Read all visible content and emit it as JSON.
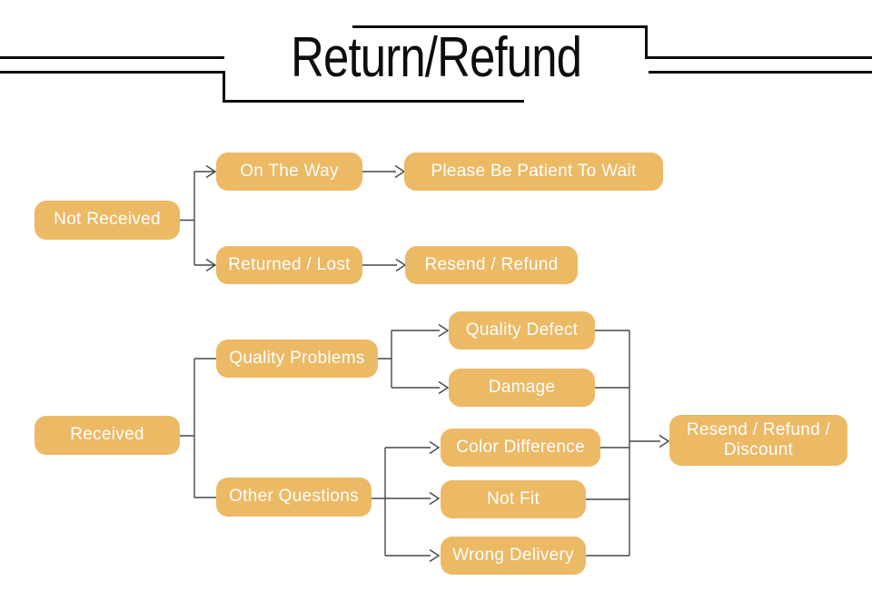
{
  "title": {
    "text": "Return/Refund"
  },
  "palette": {
    "node_fill": "#ECB965",
    "node_text": "#FFFFFF",
    "connector": "#474747",
    "title_text": "#0D0D0D",
    "title_rules": "#0B0B0B",
    "background": "#FFFFFF"
  },
  "nodes": {
    "not_received": {
      "label": "Not Received"
    },
    "on_the_way": {
      "label": "On The Way"
    },
    "please_wait": {
      "label": "Please Be Patient To Wait"
    },
    "returned_lost": {
      "label": "Returned / Lost"
    },
    "resend_refund": {
      "label": "Resend / Refund"
    },
    "received": {
      "label": "Received"
    },
    "quality_problems": {
      "label": "Quality Problems"
    },
    "quality_defect": {
      "label": "Quality Defect"
    },
    "damage": {
      "label": "Damage"
    },
    "other_questions": {
      "label": "Other Questions"
    },
    "color_difference": {
      "label": "Color Difference"
    },
    "not_fit": {
      "label": "Not Fit"
    },
    "wrong_delivery": {
      "label": "Wrong Delivery"
    },
    "resend_refund_discount": {
      "label": "Resend / Refund / Discount"
    }
  },
  "flow": {
    "edges": [
      {
        "from": "Not Received",
        "to": "On The Way",
        "arrow": true
      },
      {
        "from": "Not Received",
        "to": "Returned / Lost",
        "arrow": true
      },
      {
        "from": "On The Way",
        "to": "Please Be Patient To Wait",
        "arrow": true
      },
      {
        "from": "Returned / Lost",
        "to": "Resend / Refund",
        "arrow": true
      },
      {
        "from": "Received",
        "to": "Quality Problems",
        "arrow": false
      },
      {
        "from": "Received",
        "to": "Other Questions",
        "arrow": false
      },
      {
        "from": "Quality Problems",
        "to": "Quality Defect",
        "arrow": true
      },
      {
        "from": "Quality Problems",
        "to": "Damage",
        "arrow": true
      },
      {
        "from": "Other Questions",
        "to": "Color Difference",
        "arrow": true
      },
      {
        "from": "Other Questions",
        "to": "Not Fit",
        "arrow": true
      },
      {
        "from": "Other Questions",
        "to": "Wrong Delivery",
        "arrow": true
      },
      {
        "from": "Quality Defect + Damage + Color Difference + Not Fit + Wrong Delivery",
        "to": "Resend / Refund / Discount",
        "arrow": true
      }
    ]
  }
}
